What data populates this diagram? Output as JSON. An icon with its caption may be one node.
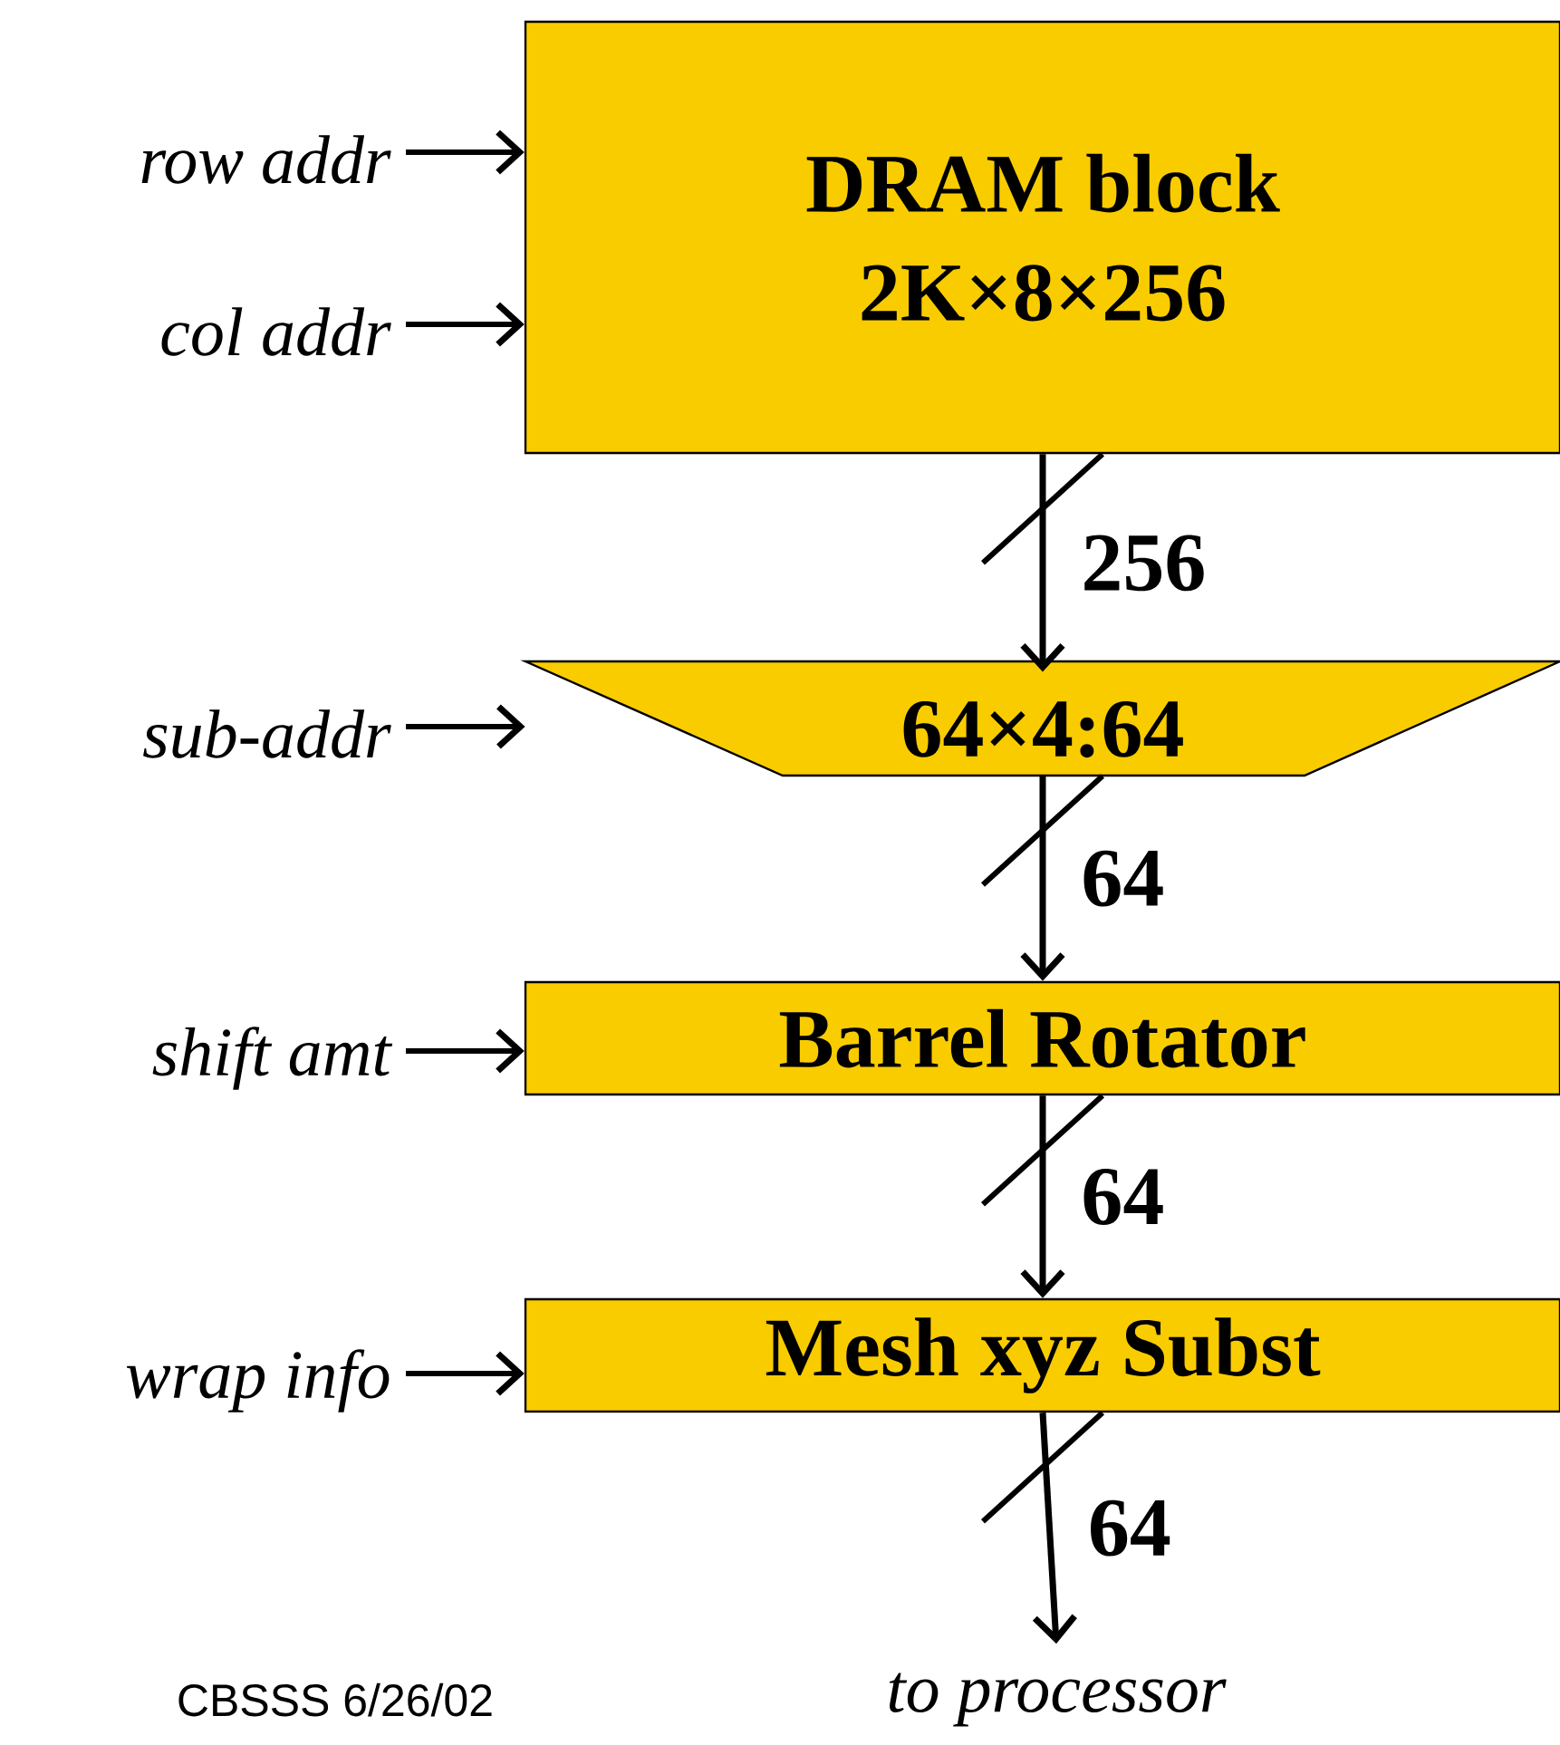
{
  "diagram": {
    "nodes": [
      {
        "text": [
          "DRAM block",
          "2K×8×256"
        ]
      },
      {
        "text": [
          "64×4:64"
        ]
      },
      {
        "text": [
          "Barrel Rotator"
        ]
      },
      {
        "text": [
          "Mesh xyz Subst"
        ]
      },
      {
        "text": [
          "to processor"
        ]
      },
      {
        "text": [
          "row addr"
        ]
      },
      {
        "text": [
          "col addr"
        ]
      },
      {
        "text": [
          "sub-addr"
        ]
      },
      {
        "text": [
          "shift amt"
        ]
      },
      {
        "text": [
          "wrap info"
        ]
      }
    ],
    "edges": [
      {
        "from": 5,
        "to": 0,
        "arrow": "to"
      },
      {
        "from": 6,
        "to": 0,
        "arrow": "to"
      },
      {
        "from": 7,
        "to": 1,
        "arrow": "to"
      },
      {
        "from": 8,
        "to": 2,
        "arrow": "to"
      },
      {
        "from": 9,
        "to": 3,
        "arrow": "to"
      },
      {
        "from": 0,
        "to": 1,
        "arrow": "to",
        "label": "256"
      },
      {
        "from": 1,
        "to": 2,
        "arrow": "to",
        "label": "64"
      },
      {
        "from": 2,
        "to": 3,
        "arrow": "to",
        "label": "64"
      },
      {
        "from": 3,
        "to": 4,
        "arrow": "to",
        "label": "64"
      }
    ],
    "labels": [
      "CBSSS 6/26/02"
    ]
  }
}
